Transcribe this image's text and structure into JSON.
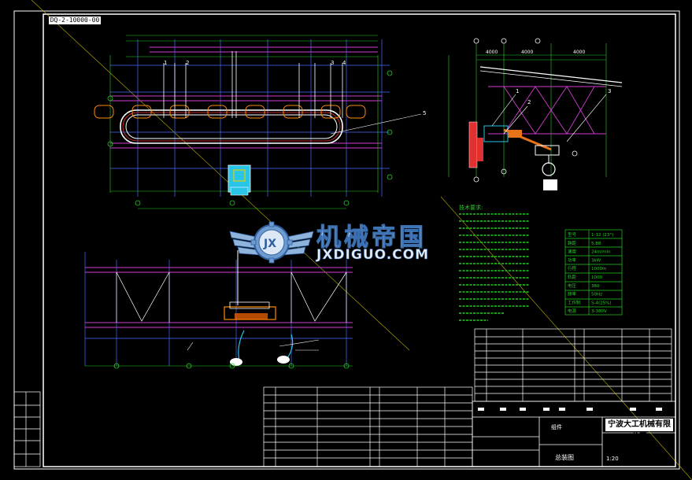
{
  "drawing": {
    "number": "DQ-2-10000-00",
    "company": "宁波大工机械有限公司",
    "watermark_main": "机械帝国",
    "watermark_sub": "JXDIGUO.COM"
  },
  "dimensions_right": [
    "4000",
    "4000",
    "4000"
  ],
  "spec_table": {
    "rows": [
      [
        "型号",
        "1-12 (23°)"
      ],
      [
        "跨距",
        "5.88"
      ],
      [
        "速度",
        "24m/min"
      ],
      [
        "功率",
        "3kW"
      ],
      [
        "行程",
        "1000m"
      ],
      [
        "轨距",
        "1000"
      ],
      [
        "电压",
        "380"
      ],
      [
        "频率",
        "50Hz"
      ],
      [
        "工作制",
        "S-4(25%)"
      ],
      [
        "电源",
        "3-380V"
      ]
    ]
  },
  "notes_title": "技术要求:",
  "labels": {
    "left_item1": "1",
    "left_item2": "2",
    "left_item3": "3",
    "left_item4": "4",
    "left_item5": "5",
    "right_item1": "1",
    "right_item2": "2",
    "right_item3": "3"
  },
  "sheet": {
    "material": "组件",
    "scale": "1:20",
    "title_block_label": "总装图"
  }
}
